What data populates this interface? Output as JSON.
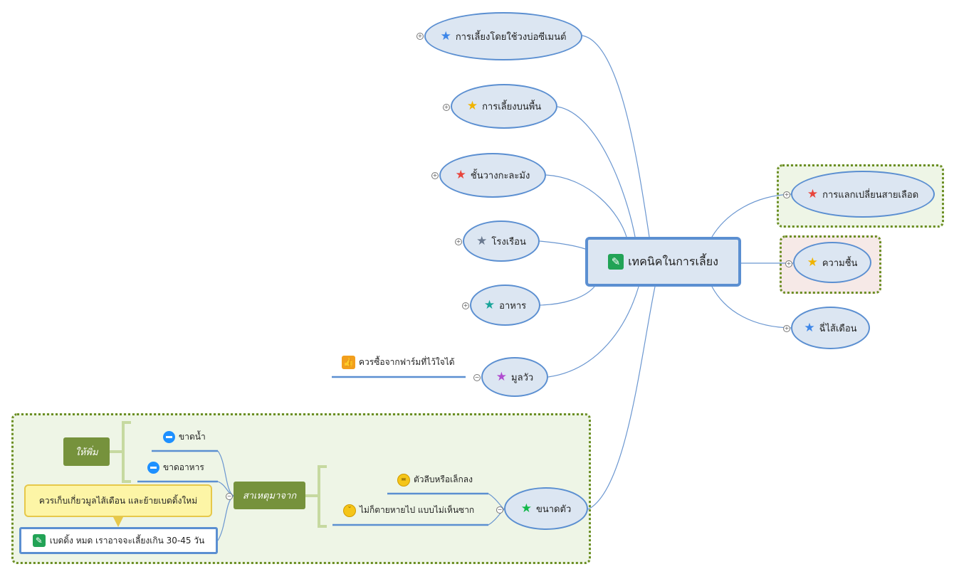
{
  "central": {
    "label": "เทคนิคในการเลี้ยง",
    "icon": "pencil-icon"
  },
  "left_topics": [
    {
      "label": "การเลี้ยงโดยใช้วงบ่อซีเมนต์",
      "star": "#3d86e8"
    },
    {
      "label": "การเลี้ยงบนพื้น",
      "star": "#f0b400"
    },
    {
      "label": "ชั้นวางกะละมัง",
      "star": "#e8453c"
    },
    {
      "label": "โรงเรือน",
      "star": "#6b7a90"
    },
    {
      "label": "อาหาร",
      "star": "#1aa59a"
    },
    {
      "label": "มูลวัว",
      "star": "#b04cd0"
    },
    {
      "label": "ขนาดตัว",
      "star": "#12b84a"
    }
  ],
  "right_topics": [
    {
      "label": "การแลกเปลี่ยนสายเลือด",
      "star": "#e8453c"
    },
    {
      "label": "ความชื้น",
      "star": "#f0b400"
    },
    {
      "label": "ฉี่ไส้เดือน",
      "star": "#3d86e8"
    }
  ],
  "mulwua_note": {
    "label": "ควรซื้อจากฟาร์มที่ไว้ใจได้",
    "icon": "thumbs-up-icon"
  },
  "size_branch": {
    "sub1": "ตัวลีบหรือเล็กลง",
    "sub2": "ไม่ก็ตายหายไป แบบไม่เห็นซาก",
    "cause": "สาเหตุมาจาก",
    "cause_items": [
      "ขาดน้ำ",
      "ขาดอาหาร"
    ],
    "cause_group": "ให้พิ่ม",
    "callout": "ควรเก็บเกี่ยวมูลไส้เดือน และย้ายเบดดิ้งใหม่",
    "note": "เบดดิ้ง หมด เราอาจจะเลี้ยงเกิน 30-45 วัน"
  },
  "colors": {
    "line": "#6a96d0",
    "node_fill": "#dce6f2",
    "node_border": "#5b8fd1",
    "zone_green": "#eef5e6",
    "zone_pink": "#f6e9e7",
    "zone_border": "#6b8e23",
    "olive": "#76923c",
    "bracket": "#c6d9a0"
  }
}
